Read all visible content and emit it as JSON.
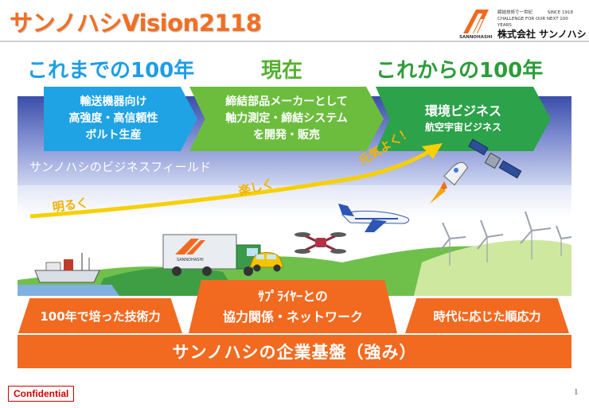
{
  "header": {
    "title": "サンノハシVision2118",
    "logo": {
      "slogan_jp": "締結技術で一世紀",
      "since": "SINCE 1918",
      "slogan_en": "CHALLENGE FOR OUR NEXT 100 YEARS",
      "brand": "SANNOHASHI",
      "company": "株式会社 サンノハシ"
    }
  },
  "eras": {
    "past": "これまでの100年",
    "present": "現在",
    "future": "これからの100年"
  },
  "timeline": {
    "step1": [
      "輸送機器向け",
      "高強度・高信頼性",
      "ボルト生産"
    ],
    "step2": [
      "締結部品メーカーとして",
      "軸力測定・締結システム",
      "を開発・販売"
    ],
    "step3_title": "環境ビジネス",
    "step3_sub": "航空宇宙ビジネス"
  },
  "business_field": "サンノハシのビジネスフィールド",
  "mood": {
    "bright": "明るく",
    "fun": "楽しく",
    "energetic": "元気よく！"
  },
  "truck_brand": "SANNOHASHI",
  "pillars": {
    "left": "100年で培った技術力",
    "center_line1": "ｻﾌﾟﾗｲﾔｰとの",
    "center_line2": "協力関係・ネットワーク",
    "right": "時代に応じた順応力"
  },
  "base": "サンノハシの企業基盤（強み）",
  "footer": {
    "confidential": "Confidential",
    "page": "1"
  },
  "colors": {
    "orange": "#f26a20",
    "past_blue": "#1fa3e4",
    "present_green": "#6cbd3e",
    "future_green": "#2ca24a",
    "band_blue": "#3a4ea8",
    "mood_yellow": "#f0b400"
  }
}
